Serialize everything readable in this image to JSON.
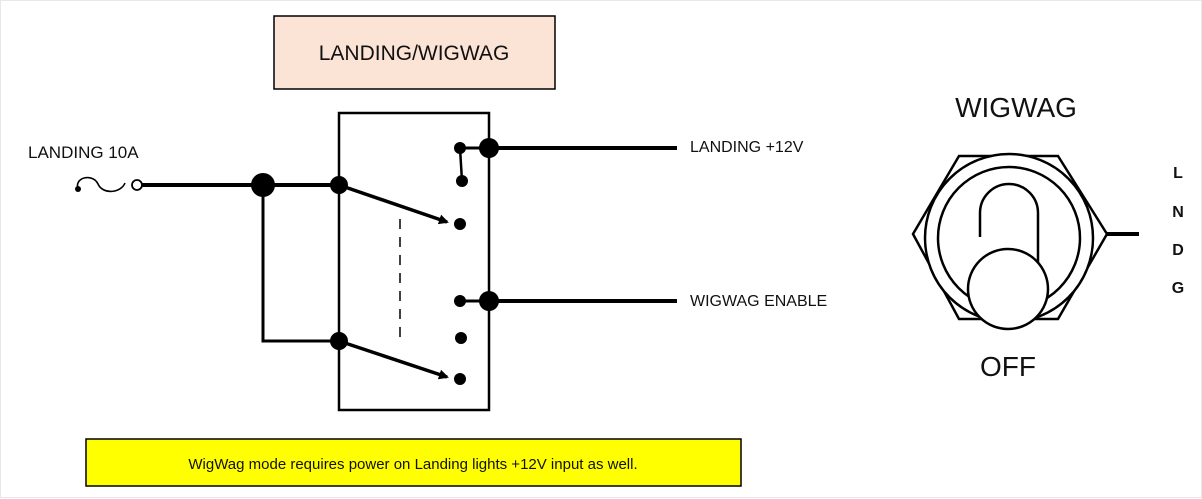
{
  "title": "LANDING/WIGWAG",
  "input_label": "LANDING 10A",
  "outputs": {
    "landing": "LANDING +12V",
    "wigwag": "WIGWAG ENABLE"
  },
  "switch": {
    "top_label": "WIGWAG",
    "bottom_label": "OFF",
    "side_letters": [
      "L",
      "N",
      "D",
      "G"
    ]
  },
  "note": "WigWag mode requires power on Landing lights +12V input as well.",
  "colors": {
    "title_box_fill": "#fbe4d6",
    "note_fill": "#ffff00",
    "line": "#000000"
  }
}
